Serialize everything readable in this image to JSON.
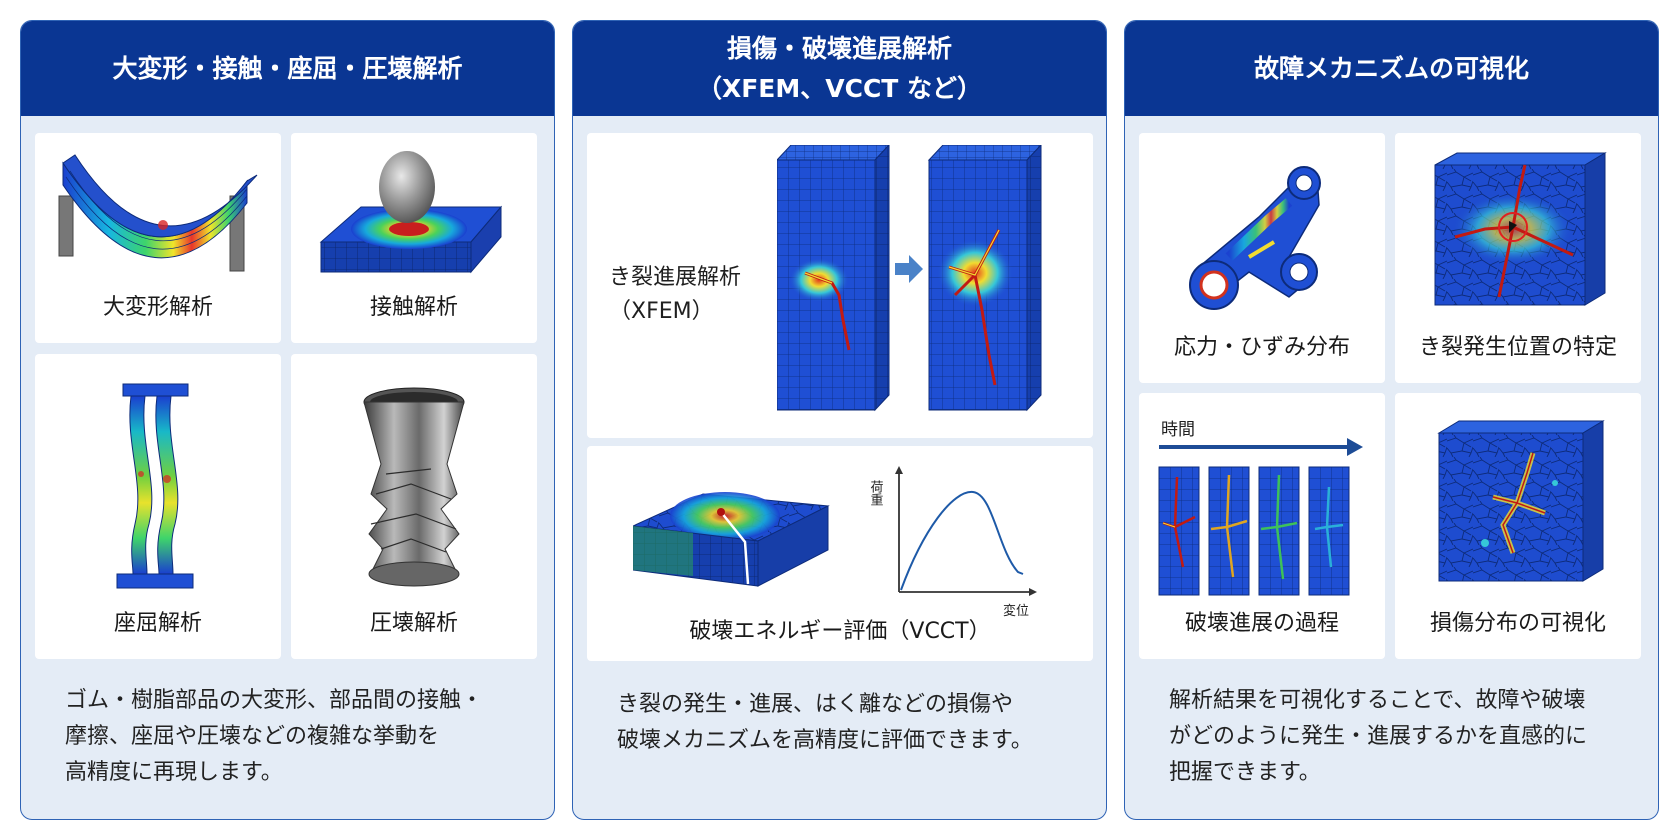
{
  "panels": [
    {
      "header": [
        "大変形・接触・座屈・圧壊解析"
      ],
      "cards": [
        {
          "caption": "大変形解析"
        },
        {
          "caption": "接触解析"
        },
        {
          "caption": "座屈解析"
        },
        {
          "caption": "圧壊解析"
        }
      ],
      "description": [
        "ゴム・樹脂部品の大変形、部品間の接触・",
        "摩擦、座屈や圧壊などの複雑な挙動を",
        "高精度に再現します。"
      ]
    },
    {
      "header": [
        "損傷・破壊進展解析",
        "（XFEM、VCCT など）"
      ],
      "xfem_label": [
        "き裂進展解析",
        "（XFEM）"
      ],
      "vcct_caption": "破壊エネルギー評価（VCCT）",
      "graph": {
        "ylabel": "荷重",
        "xlabel": "変位"
      },
      "description": [
        "き裂の発生・進展、はく離などの損傷や",
        "破壊メカニズムを高精度に評価できます。"
      ]
    },
    {
      "header": [
        "故障メカニズムの可視化"
      ],
      "cards": [
        {
          "caption": "応力・ひずみ分布"
        },
        {
          "caption": "き裂発生位置の特定"
        },
        {
          "caption": "破壊進展の過程",
          "time_label": "時間"
        },
        {
          "caption": "損傷分布の可視化"
        }
      ],
      "description": [
        "解析結果を可視化することで、故障や破壊",
        "がどのように発生・進展するかを直感的に",
        "把握できます。"
      ]
    }
  ],
  "colors": {
    "header_bg": "#0a3693",
    "panel_bg": "#e4ecf6",
    "border": "#2f63b5",
    "fe_blue": "#1a4fd0"
  }
}
